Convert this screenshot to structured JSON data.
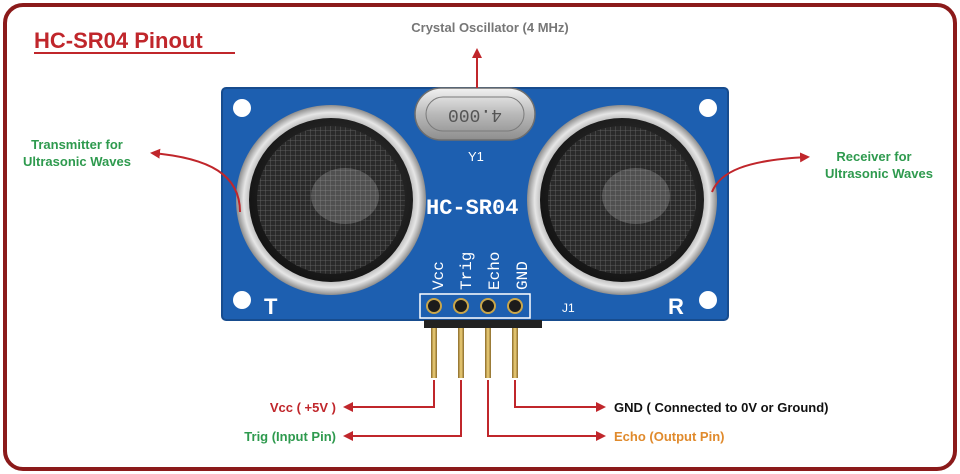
{
  "title": "HC-SR04 Pinout",
  "colors": {
    "frame": "#8b1a1a",
    "title": "#c0262b",
    "arrow": "#c0262b",
    "board": "#1d5fb0",
    "green_label": "#2e9a4e",
    "orange_label": "#e08a2c",
    "gray_label": "#777777",
    "dark_label": "#111111"
  },
  "labels": {
    "crystal": "Crystal Oscillator (4 MHz)",
    "transmitter_line1": "Transmitter for",
    "transmitter_line2": "Ultrasonic Waves",
    "receiver_line1": "Receiver for",
    "receiver_line2": "Ultrasonic Waves",
    "vcc": "Vcc ( +5V )",
    "trig": "Trig (Input Pin)",
    "gnd": "GND ( Connected to 0V or Ground)",
    "echo": "Echo (Output Pin)"
  },
  "board": {
    "name": "HC-SR04",
    "crystal_marking": "4.000",
    "crystal_ref": "Y1",
    "header_ref": "J1",
    "left_transducer": "T",
    "right_transducer": "R",
    "pins": [
      "Vcc",
      "Trig",
      "Echo",
      "GND"
    ]
  }
}
